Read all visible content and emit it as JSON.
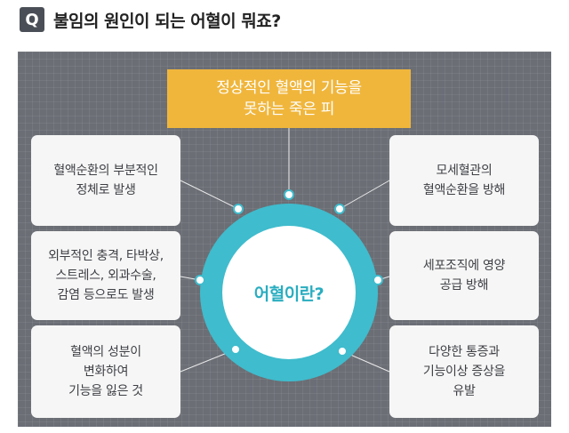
{
  "header": {
    "badge": "Q",
    "title": "불임의 원인이 되는 어혈이 뭐죠?"
  },
  "center": {
    "label": "어혈이란?"
  },
  "title_box": {
    "line1": "정상적인 혈액의 기능을",
    "line2": "못하는 죽은 피"
  },
  "left": [
    {
      "lines": [
        "혈액순환의 부분적인",
        "정체로 발생"
      ]
    },
    {
      "lines": [
        "외부적인 충격, 타박상,",
        "스트레스, 외과수술,",
        "감염 등으로도 발생"
      ]
    },
    {
      "lines": [
        "혈액의 성분이",
        "변화하여",
        "기능을 잃은 것"
      ]
    }
  ],
  "right": [
    {
      "lines": [
        "모세혈관의",
        "혈액순환을 방해"
      ]
    },
    {
      "lines": [
        "세포조직에 영양",
        "공급 방해"
      ]
    },
    {
      "lines": [
        "다양한 통증과",
        "기능이상 증상을",
        "유발"
      ]
    }
  ],
  "colors": {
    "panel": "#6b6e75",
    "ring": "#3fbccd",
    "title_box": "#f0b63c",
    "center_text": "#29adc0"
  }
}
